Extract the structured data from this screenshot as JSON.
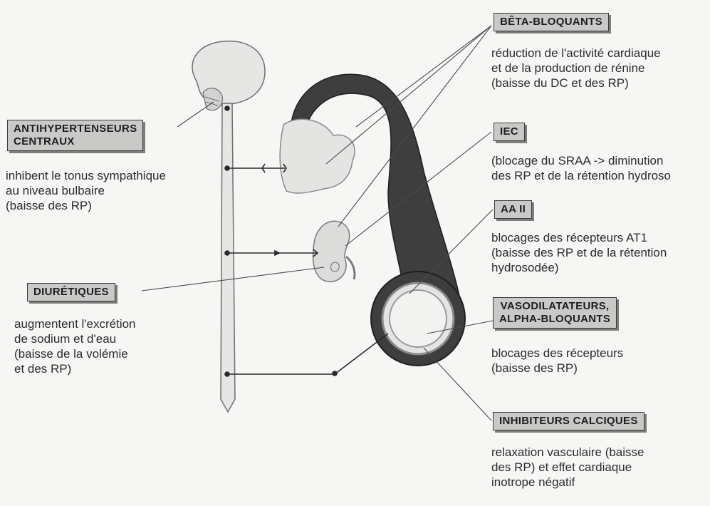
{
  "drugs": {
    "beta": {
      "title": "BÊTA-BLOQUANTS",
      "desc": "réduction de l'activité cardiaque\net de la production de rénine\n(baisse du DC et des RP)"
    },
    "iec": {
      "title": "IEC",
      "desc": "(blocage du SRAA -> diminution\ndes RP et de la rétention hydroso"
    },
    "aa2": {
      "title": "AA II",
      "desc": "blocages des récepteurs AT1\n(baisse des RP et de la rétention\nhydrosodée)"
    },
    "vaso": {
      "title": "VASODILATATEURS,\nALPHA-BLOQUANTS",
      "desc": "blocages des récepteurs\n(baisse des RP)"
    },
    "calc": {
      "title": "INHIBITEURS CALCIQUES",
      "desc": "relaxation vasculaire (baisse\ndes RP) et effet cardiaque\ninotrope négatif"
    },
    "central": {
      "title": "ANTIHYPERTENSEURS\nCENTRAUX",
      "desc": "inhibent le tonus sympathique\nau niveau bulbaire\n(baisse des RP)"
    },
    "diur": {
      "title": "DIURÉTIQUES",
      "desc": "augmentent l'excrétion\nde sodium et d'eau\n(baisse de la volémie\net des RP)"
    }
  },
  "colors": {
    "box_fill": "#c9c9c7",
    "organ_fill": "#e6e6e4",
    "vessel_fill": "#3e3e3e"
  },
  "icons": [
    "brain-icon",
    "spinal-cord-icon",
    "heart-icon",
    "kidney-icon",
    "aorta-vessel-icon",
    "vessel-cross-section-icon"
  ]
}
